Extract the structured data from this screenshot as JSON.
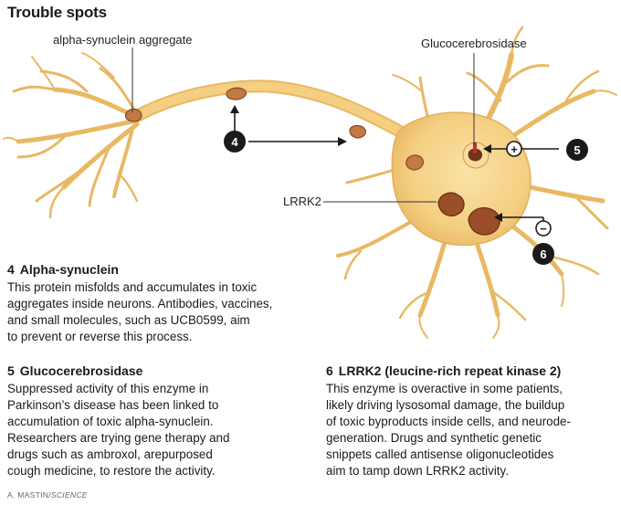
{
  "title": "Trouble spots",
  "labels": {
    "alpha_synuclein_aggregate": "alpha-synuclein aggregate",
    "glucocerebrosidase": "Glucocerebrosidase",
    "lrrk2": "LRRK2"
  },
  "markers": {
    "m4": "4",
    "m5": "5",
    "m6": "6",
    "plus": "+",
    "minus": "−"
  },
  "sections": {
    "s4": {
      "number": "4",
      "heading": "Alpha-synuclein",
      "lines": [
        "This protein misfolds and accumulates in toxic",
        "aggregates inside neurons. Antibodies, vaccines,",
        "and small molecules, such as UCB0599, aim",
        "to prevent or reverse this process."
      ]
    },
    "s5": {
      "number": "5",
      "heading": "Glucocerebrosidase",
      "lines": [
        "Suppressed activity of this enzyme in",
        "Parkinson’s disease has been linked to",
        "accumulation of toxic alpha-synuclein.",
        "Researchers are trying gene therapy and",
        "drugs such as ambroxol, arepurposed",
        "cough medicine, to restore the activity."
      ]
    },
    "s6": {
      "number": "6",
      "heading": "LRRK2 (leucine-rich repeat kinase 2)",
      "lines": [
        "This enzyme is overactive in some patients,",
        "likely driving lysosomal damage, the buildup",
        "of toxic byproducts inside cells, and neurode-",
        "generation. Drugs and synthetic genetic",
        "snippets called antisense oligonucleotides",
        "aim to tamp down LRRK2 activity."
      ]
    }
  },
  "credit": {
    "author": "A. MASTIN/",
    "publication": "SCIENCE"
  },
  "colors": {
    "cell_fill": "#f6d58f",
    "cell_stroke": "#d9a94f",
    "aggregate": "#a15a2e",
    "aggregate_dark": "#6e3318",
    "marker": "#1a1a1a"
  }
}
